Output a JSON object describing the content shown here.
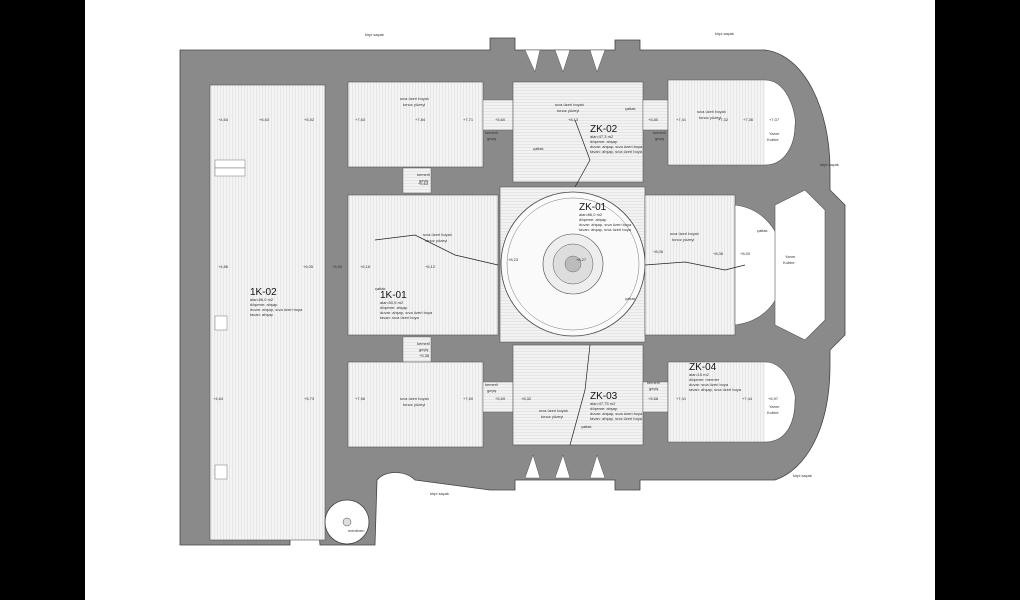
{
  "rooms": {
    "k1_02": {
      "id": "1K-02",
      "area": "alan:86,0 m2",
      "floor": "döşeme: ahşap",
      "wall": "duvar: ahşap, sıva üzeri boya",
      "ceiling": "tavan: ahşap"
    },
    "k1_01": {
      "id": "1K-01",
      "area": "alan:50,5 m2",
      "floor": "döşeme: ahşap",
      "wall": "duvar: ahşap, sıva üzeri boya",
      "ceiling": "tavan: sıva üzeri boya"
    },
    "zk_01": {
      "id": "ZK-01",
      "area": "alan:86,0 m2",
      "floor": "döşeme: ahşap",
      "wall": "duvar: ahşap, sıva üzeri boya",
      "ceiling": "tavan: ahşap, sıva üzeri boya"
    },
    "zk_02": {
      "id": "ZK-02",
      "area": "alan:47,3 m2",
      "floor": "döşeme: ahşap",
      "wall": "duvar: ahşap, sıva üzeri boya",
      "ceiling": "tavan: ahşap, sıva üzeri boya"
    },
    "zk_03": {
      "id": "ZK-03",
      "area": "alan:47,75 m2",
      "floor": "döşeme: ahşap",
      "wall": "duvar: ahşap, sıva üzeri boya",
      "ceiling": "tavan: ahşap, sıva üzeri boya"
    },
    "zk_04": {
      "id": "ZK-04",
      "area": "alan:15 m2",
      "floor": "döşeme: mermer",
      "wall": "duvar: sıva üzeri boya",
      "ceiling": "tavan: ahşap, sıva üzeri boya"
    }
  },
  "notes": {
    "paint": "sıva üzeri boyalı",
    "tonoz": "tonoz yüzeyi",
    "catlak": "çatlak",
    "kemerli": "kemerli",
    "gecis": "geçiş",
    "yarim": "Yarım",
    "kubbe": "Kubbe",
    "saçak": "kirpi saçak",
    "merdiven": "merdiven"
  },
  "levels": {
    "l1": "+4,64",
    "l2": "+6,63",
    "l3": "+5,52",
    "l4": "+7,63",
    "l5": "+7,84",
    "l6": "+7,71",
    "l7": "+5,60",
    "l8": "+8,13",
    "l9": "+5,80",
    "l10": "+7,41",
    "l11": "+7,32",
    "l12": "+7,36",
    "l13": "+7,07",
    "l14": "+5,63",
    "l15": "+4,86",
    "l16": "+6,05",
    "l17": "+5,50",
    "l18": "+6,18",
    "l19": "+6,12",
    "l20": "+8,23",
    "l21": "+8,27",
    "l22": "+8,06",
    "l23": "+8,36",
    "l24": "+8,00",
    "l25": "+5,38",
    "l26": "+4,64",
    "l27": "+5,73",
    "l28": "+7,56",
    "l29": "+7,60",
    "l30": "+5,69",
    "l31": "+8,32",
    "l32": "+5,68",
    "l33": "+7,41",
    "l34": "+7,44",
    "l35": "+6,97"
  }
}
